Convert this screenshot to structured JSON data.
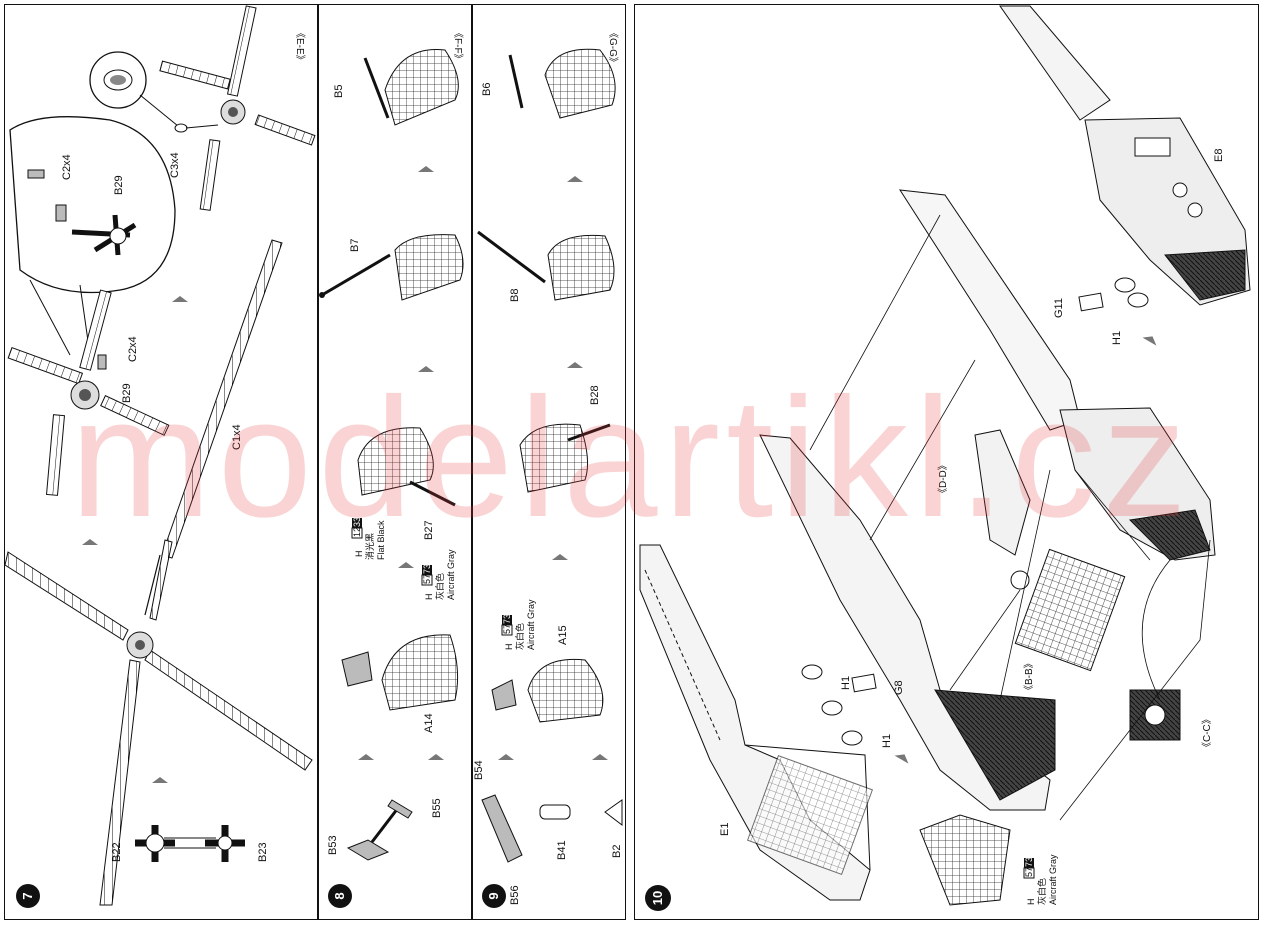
{
  "steps": [
    {
      "number": "7",
      "section": "《E-E》",
      "parts": [
        "C3x4",
        "C2x4",
        "B29",
        "C2x4",
        "B29",
        "C1x4",
        "B22",
        "B23"
      ]
    },
    {
      "number": "8",
      "section": "《F-F》",
      "parts": [
        "B5",
        "B7",
        "B27",
        "A14",
        "B53",
        "B55"
      ],
      "paints": [
        {
          "prefix": "H",
          "code": "12",
          "code2": "33",
          "cn": "消光黑",
          "name": "Flat Black"
        },
        {
          "prefix": "H",
          "code": "57",
          "code2": "73",
          "cn": "灰白色",
          "name": "Aircraft Gray"
        }
      ]
    },
    {
      "number": "9",
      "section": "《G-G》",
      "parts": [
        "B6",
        "B8",
        "B28",
        "A15",
        "B54",
        "B56",
        "B41",
        "B2"
      ],
      "paints": [
        {
          "prefix": "H",
          "code": "57",
          "code2": "73",
          "cn": "灰白色",
          "name": "Aircraft Gray"
        }
      ]
    },
    {
      "number": "10",
      "parts": [
        "E8",
        "G11",
        "H1",
        "《D-D》",
        "《B-B》",
        "《C-C》",
        "H1",
        "G8",
        "H1",
        "E1"
      ],
      "paints": [
        {
          "prefix": "H",
          "code": "57",
          "code2": "73",
          "cn": "灰白色",
          "name": "Aircraft Gray"
        }
      ]
    }
  ],
  "watermark": "modelartikl.cz"
}
